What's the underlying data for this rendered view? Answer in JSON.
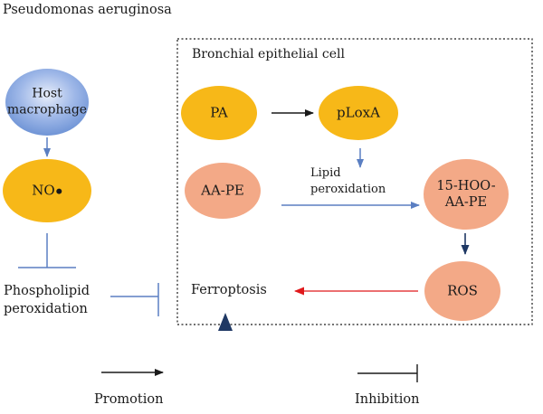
{
  "title": "Pseudomonas aeruginosa",
  "box_title": "Bronchial epithelial cell",
  "nodes": {
    "host_macrophage": "Host\nmacrophage",
    "no": "NO",
    "pa": "PA",
    "ploxa": "pLoxA",
    "aa_pe": "AA-PE",
    "hoo_aa_pe": "15-HOO-\nAA-PE",
    "ros": "ROS"
  },
  "labels": {
    "lipid_peroxidation": "Lipid\nperoxidation",
    "phospholipid_peroxidation": "Phospholipid\nperoxidation",
    "ferroptosis": "Ferroptosis"
  },
  "legend": {
    "promotion": "Promotion",
    "inhibition": "Inhibition"
  },
  "colors": {
    "yellow": "#f7b818",
    "salmon": "#f3a987",
    "blue_node": "#6f94d6",
    "blue_arrow": "#5b7fc2",
    "dark_blue": "#1f3864",
    "red": "#e0191c",
    "black": "#1a1a1a"
  }
}
